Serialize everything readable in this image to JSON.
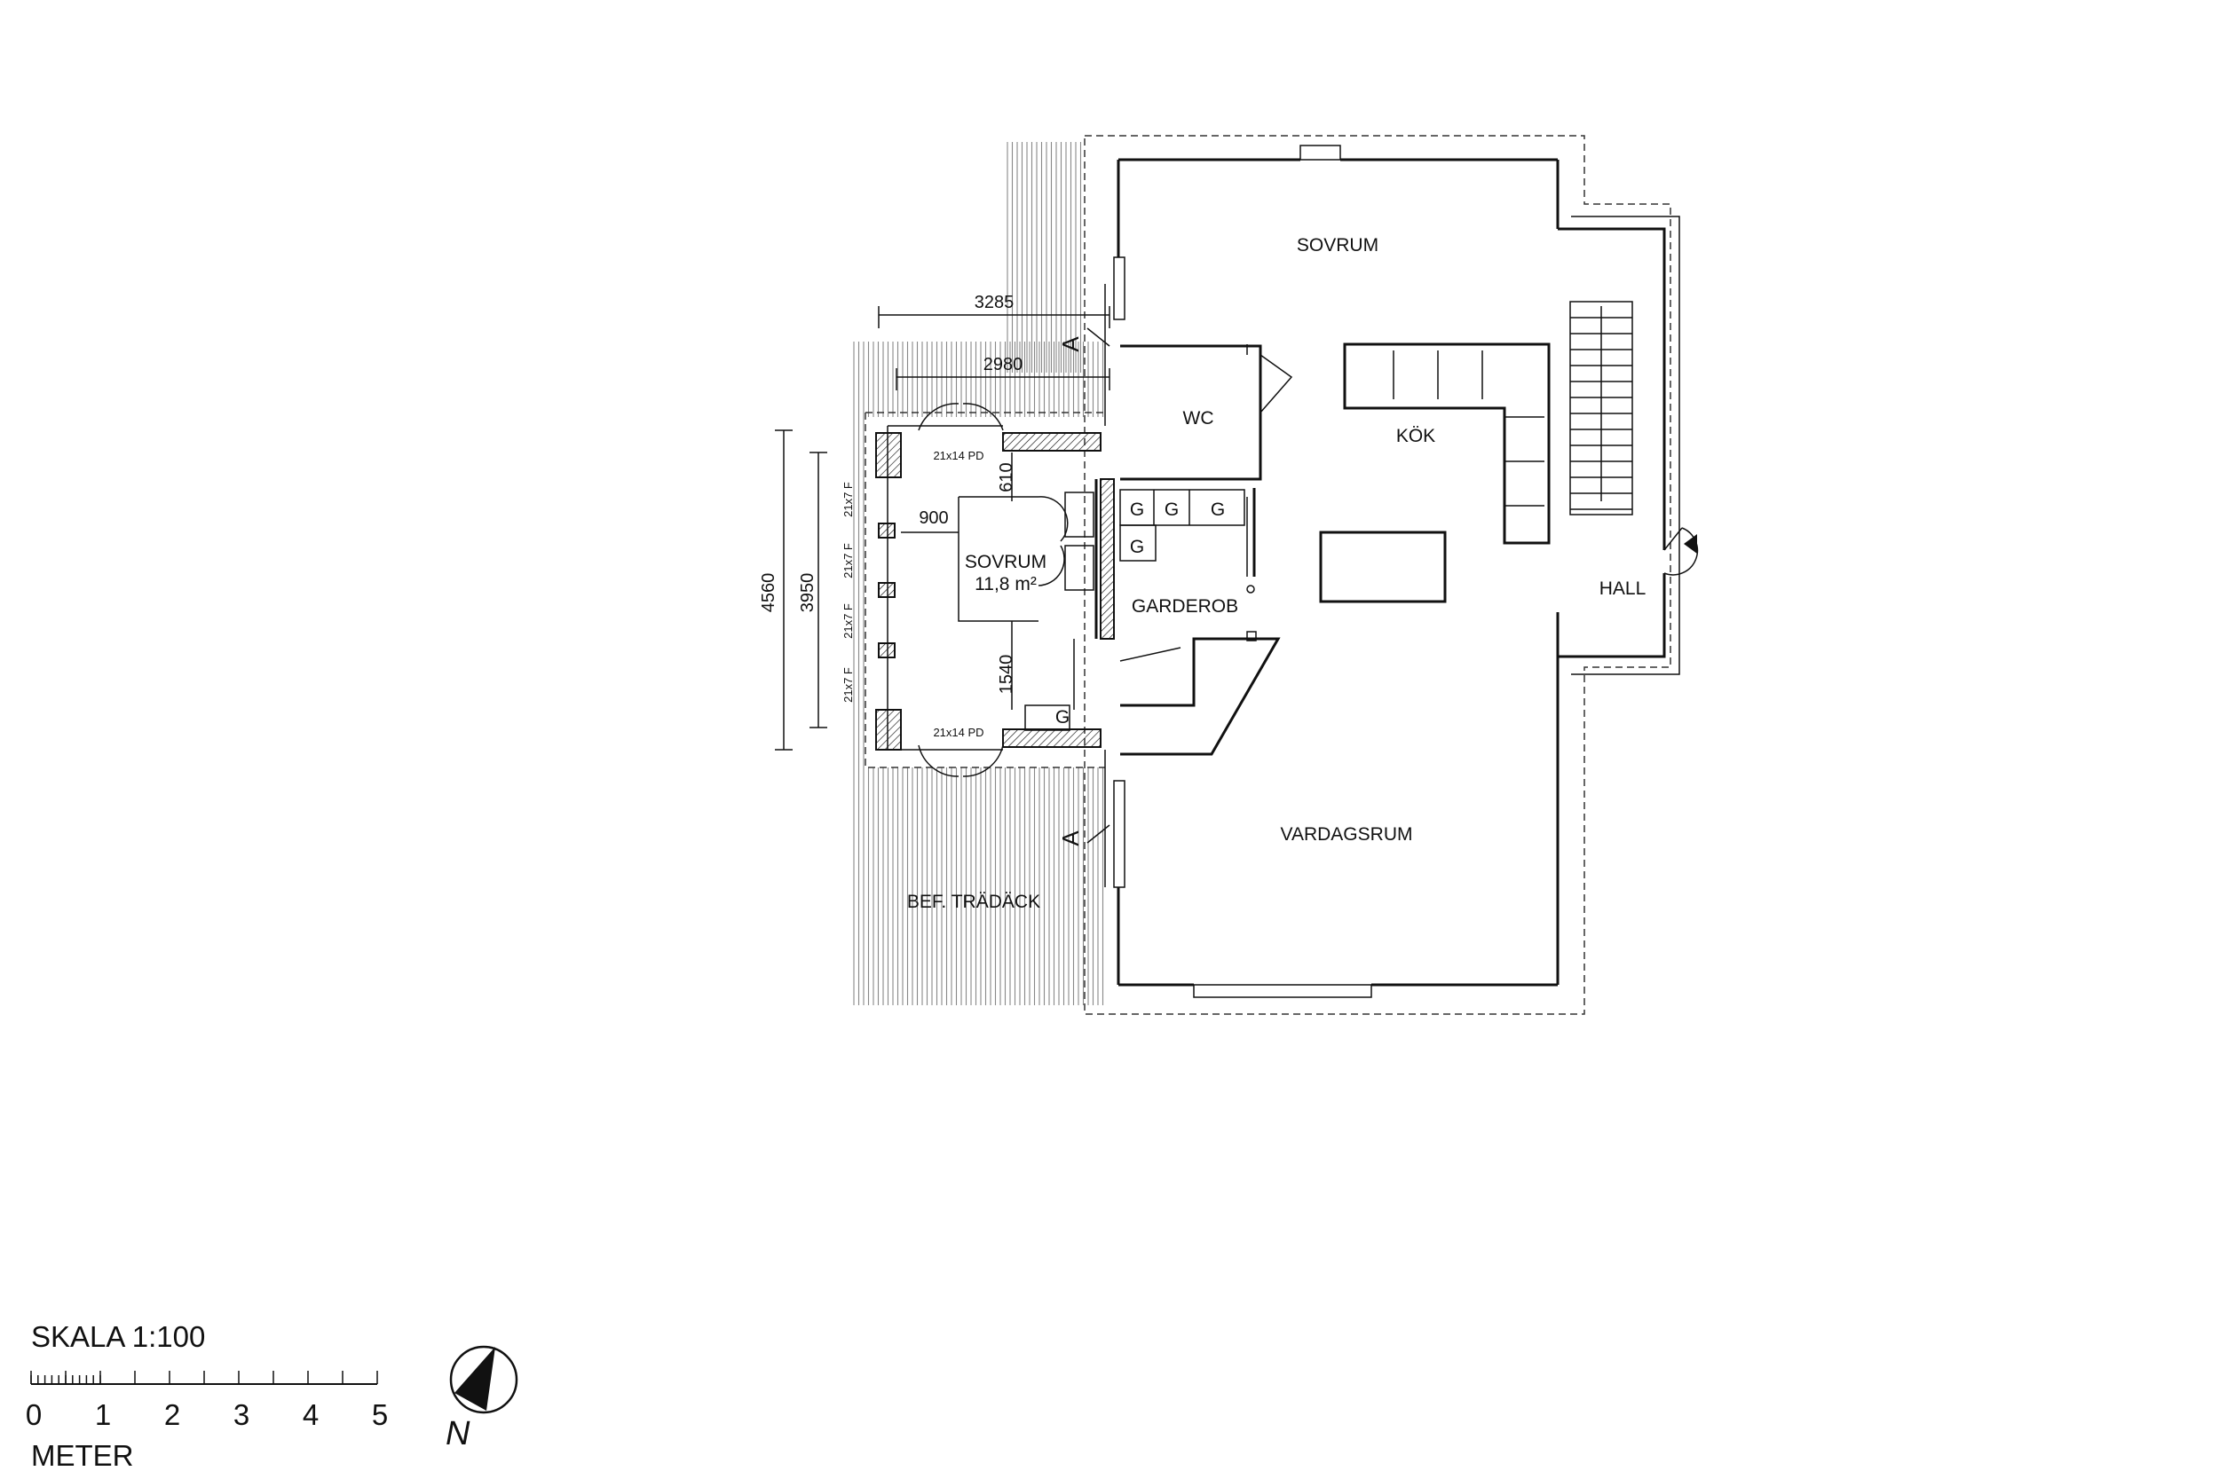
{
  "rooms": {
    "sovrum_main": "SOVRUM",
    "wc": "WC",
    "kok": "KÖK",
    "sovrum_small": "SOVRUM",
    "sovrum_small_area": "11,8 m²",
    "garderob": "GARDEROB",
    "hall": "HALL",
    "vardagsrum": "VARDAGSRUM",
    "deck": "BEF. TRÄDÄCK"
  },
  "dimensions": {
    "d3285": "3285",
    "d2980": "2980",
    "d610": "610",
    "d900": "900",
    "d1540": "1540",
    "d4560": "4560",
    "d3950": "3950"
  },
  "windows": {
    "top": "21x14 PD",
    "bottom": "21x14 PD",
    "side": [
      "21x7 F",
      "21x7 F",
      "21x7 F",
      "21x7 F"
    ]
  },
  "wardrobe_marks": [
    "G",
    "G",
    "G",
    "G",
    "G"
  ],
  "section_marks": [
    "A",
    "A"
  ],
  "scale": {
    "title": "SKALA 1:100",
    "ticks": [
      "0",
      "1",
      "2",
      "3",
      "4",
      "5"
    ],
    "unit": "METER"
  },
  "compass": {
    "label": "N"
  }
}
